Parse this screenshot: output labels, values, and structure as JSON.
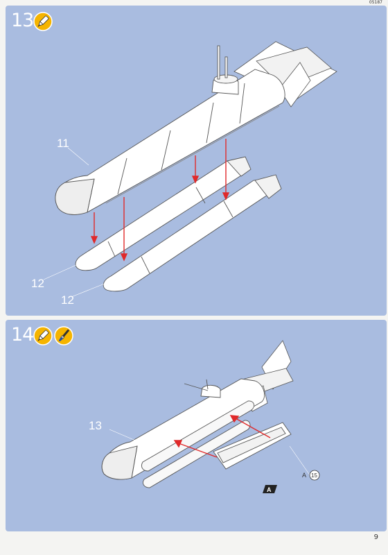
{
  "product_code": "05187",
  "page_number": "9",
  "steps": [
    {
      "number": "13",
      "icons": [
        "glue-tube-icon"
      ],
      "callouts": {
        "body": "11",
        "tube_left": "12",
        "tube_right": "12"
      }
    },
    {
      "number": "14",
      "icons": [
        "glue-tube-icon",
        "paint-brush-icon"
      ],
      "callouts": {
        "assembly": "13",
        "cover_ref_letter": "A",
        "cover_ref_part": "15",
        "decal_letter": "A"
      }
    }
  ]
}
